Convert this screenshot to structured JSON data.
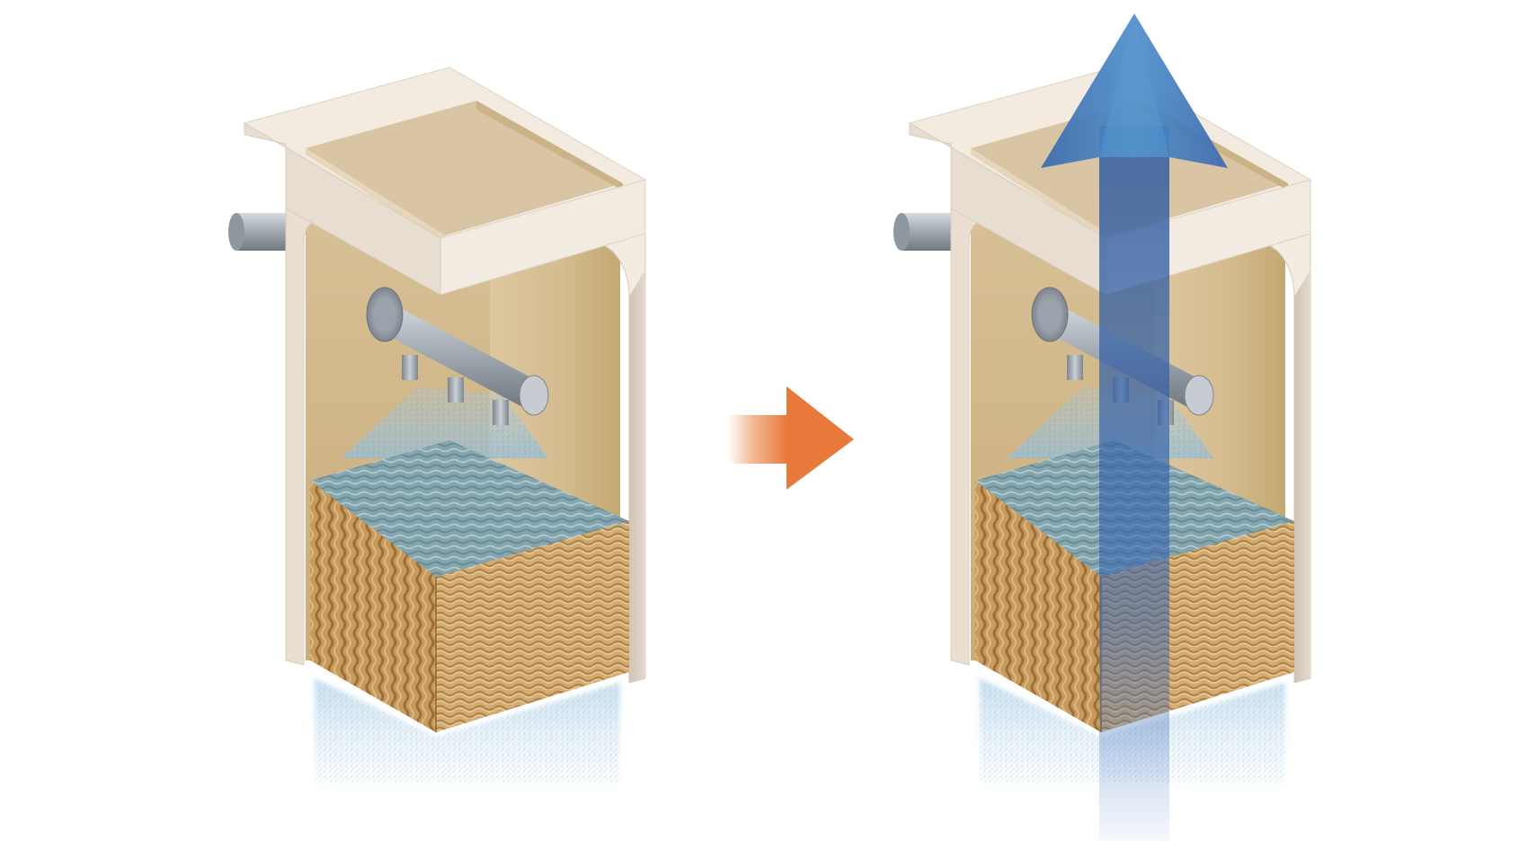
{
  "diagram": {
    "panels": [
      {
        "id": "left",
        "state": "water-spray-only",
        "airflow": false
      },
      {
        "id": "right",
        "state": "water-spray-with-airflow",
        "airflow": true
      }
    ],
    "transition_arrow": {
      "direction": "right"
    }
  },
  "colors": {
    "housing_front": "#efe5d9",
    "housing_top": "#f1e9dd",
    "interior_light": "#dcc7a2",
    "interior_dark": "#c8af7e",
    "pad_front": "#d7b27c",
    "pad_side": "#c69a5e",
    "pad_top_wet": "#7fa0a8",
    "pipe": "#9aa3ab",
    "mist": "#9cc3de",
    "transition_arrow": "#e8793a",
    "airflow_arrow": "#2f5fa6"
  }
}
